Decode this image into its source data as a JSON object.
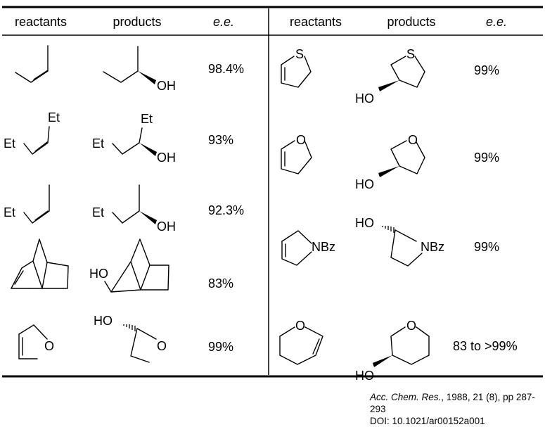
{
  "headers": {
    "left": [
      "reactants",
      "products",
      "e.e."
    ],
    "right": [
      "reactants",
      "products",
      "e.e."
    ]
  },
  "left_rows": [
    {
      "reactant": "cis-2-butene",
      "product_labels": [
        "OH"
      ],
      "reactant_labels": [],
      "ee": "98.4%"
    },
    {
      "reactant": "cis-3-hexene",
      "reactant_labels": [
        "Et",
        "Et"
      ],
      "product_labels": [
        "Et",
        "Et",
        "OH"
      ],
      "ee": "93%"
    },
    {
      "reactant": "cis-2-pentene",
      "reactant_labels": [
        "Et"
      ],
      "product_labels": [
        "Et",
        "OH"
      ],
      "ee": "92.3%"
    },
    {
      "reactant": "norbornene",
      "reactant_labels": [],
      "product_labels": [
        "HO"
      ],
      "ee": "83%"
    },
    {
      "reactant": "2,5-dihydrofuran",
      "reactant_labels": [
        "O"
      ],
      "product_labels": [
        "HO",
        "O"
      ],
      "ee": "99%"
    }
  ],
  "right_rows": [
    {
      "reactant": "2,3-dihydrothiophene",
      "reactant_labels": [
        "S"
      ],
      "product_labels": [
        "S",
        "HO"
      ],
      "ee": "99%"
    },
    {
      "reactant": "2,3-dihydrofuran",
      "reactant_labels": [
        "O"
      ],
      "product_labels": [
        "O",
        "HO"
      ],
      "ee": "99%"
    },
    {
      "reactant": "N-benzoyl-3-pyrroline",
      "reactant_labels": [
        "NBz"
      ],
      "product_labels": [
        "HO",
        "NBz"
      ],
      "ee": "99%"
    },
    {
      "reactant": "3,4-dihydro-2H-pyran",
      "reactant_labels": [
        "O"
      ],
      "product_labels": [
        "O",
        "HO"
      ],
      "ee": "83 to >99%"
    }
  ],
  "citation": {
    "journal": "Acc. Chem. Res.",
    "details": ", 1988, 21 (8), pp 287-293",
    "doi": "DOI: 10.1021/ar00152a001"
  }
}
